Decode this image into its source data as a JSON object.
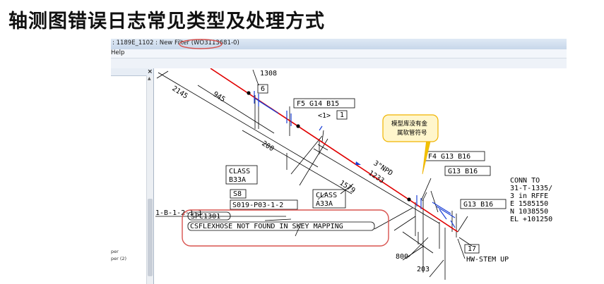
{
  "slide_title": "轴测图错误日志常见类型及处理方式",
  "window": {
    "title": ": 1189E_1102 : New Filter (WO3113681-0)",
    "menu_label": "Help"
  },
  "left_panel": {
    "close_glyph": "×",
    "items": [
      "per",
      "per (2)"
    ]
  },
  "drawing": {
    "tag_1308": "1308",
    "box_6": "6",
    "dim_2145": "2145",
    "dim_945": "945",
    "label_f5": "F5 G14 B15",
    "label_1_ref": "<1>",
    "box_1": "1",
    "dim_200": "200",
    "callout_note": [
      "模型库没有金",
      "属软管符号"
    ],
    "npd_label": "3\"NPD",
    "dim_1233": "1233",
    "dim_1579": "1579",
    "label_f4": "F4 G13 B16",
    "label_g13_1": "G13 B16",
    "label_g13_2": "G13 B16",
    "class_1": [
      "CLASS",
      "B33A"
    ],
    "line_id": "1-B-1-2-1-1",
    "box_s8": "S8",
    "spec_ref": "S019-P03-1-2",
    "class_2": [
      "CLASS",
      "A33A"
    ],
    "conn_lines": [
      "CONN TO",
      "31-T-1335/",
      "3 in RFFE",
      "E 1585150",
      "N 1038550",
      "EL +101250"
    ],
    "spc_tag": "SPC1301",
    "error_text": "CSFLEXHOSE NOT FOUND IN SKEY MAPPING",
    "dim_800": "800",
    "dim_203": "203",
    "box_17": "17",
    "hw_stem": "HW-STEM UP"
  },
  "colors": {
    "pipe": "#e00000",
    "valve": "#1a3fd6",
    "highlight": "#d9534f",
    "callout_fill": "#fff6cc",
    "callout_border": "#f0b400"
  }
}
